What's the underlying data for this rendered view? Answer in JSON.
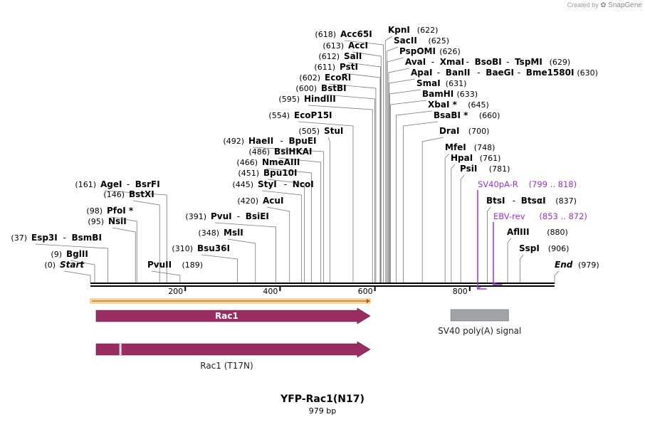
{
  "credit": {
    "prefix": "Created by",
    "brand": "SnapGene"
  },
  "sequence": {
    "name": "YFP-Rac1(N17)",
    "length_label": "979 bp",
    "length": 979
  },
  "ruler": {
    "ticks": [
      200,
      400,
      600,
      800
    ]
  },
  "sites": [
    {
      "pos": "(0)",
      "names": [
        "Start"
      ],
      "italic": true,
      "coord": 0
    },
    {
      "pos": "(9)",
      "names": [
        "BglII"
      ],
      "coord": 9
    },
    {
      "pos": "(37)",
      "names": [
        "Esp3I",
        "BsmBI"
      ],
      "coord": 37
    },
    {
      "pos": "(95)",
      "names": [
        "NsiI"
      ],
      "coord": 95
    },
    {
      "pos": "(98)",
      "names": [
        "PfoI *"
      ],
      "coord": 98
    },
    {
      "pos": "(146)",
      "names": [
        "BstXI"
      ],
      "coord": 146
    },
    {
      "pos": "(161)",
      "names": [
        "AgeI",
        "BsrFI"
      ],
      "coord": 161
    },
    {
      "pos": "(189)",
      "names": [
        "PvuII"
      ],
      "coord": 189
    },
    {
      "pos": "(310)",
      "names": [
        "Bsu36I"
      ],
      "coord": 310
    },
    {
      "pos": "(348)",
      "names": [
        "MslI"
      ],
      "coord": 348
    },
    {
      "pos": "(391)",
      "names": [
        "PvuI",
        "BsiEI"
      ],
      "coord": 391
    },
    {
      "pos": "(420)",
      "names": [
        "AcuI"
      ],
      "coord": 420
    },
    {
      "pos": "(445)",
      "names": [
        "StyI",
        "NcoI"
      ],
      "coord": 445
    },
    {
      "pos": "(451)",
      "names": [
        "Bpu10I"
      ],
      "coord": 451
    },
    {
      "pos": "(466)",
      "names": [
        "NmeAIII"
      ],
      "coord": 466
    },
    {
      "pos": "(486)",
      "names": [
        "BsiHKAI"
      ],
      "coord": 486
    },
    {
      "pos": "(492)",
      "names": [
        "HaeII",
        "BpuEI"
      ],
      "coord": 492
    },
    {
      "pos": "(505)",
      "names": [
        "StuI"
      ],
      "coord": 505
    },
    {
      "pos": "(554)",
      "names": [
        "EcoP15I"
      ],
      "coord": 554
    },
    {
      "pos": "(595)",
      "names": [
        "HindIII"
      ],
      "coord": 595
    },
    {
      "pos": "(600)",
      "names": [
        "BstBI"
      ],
      "coord": 600
    },
    {
      "pos": "(602)",
      "names": [
        "EcoRI"
      ],
      "coord": 602
    },
    {
      "pos": "(611)",
      "names": [
        "PstI"
      ],
      "coord": 611
    },
    {
      "pos": "(612)",
      "names": [
        "SalI"
      ],
      "coord": 612
    },
    {
      "pos": "(613)",
      "names": [
        "AccI"
      ],
      "coord": 613
    },
    {
      "pos": "(618)",
      "names": [
        "Acc65I"
      ],
      "coord": 618
    },
    {
      "pos": "(622)",
      "names": [
        "KpnI"
      ],
      "coord": 622
    },
    {
      "pos": "(625)",
      "names": [
        "SacII"
      ],
      "coord": 625
    },
    {
      "pos": "(626)",
      "names": [
        "PspOMI"
      ],
      "coord": 626
    },
    {
      "pos": "(629)",
      "names": [
        "AvaI",
        "XmaI",
        "BsoBI",
        "TspMI"
      ],
      "coord": 629
    },
    {
      "pos": "(630)",
      "names": [
        "ApaI",
        "BanII",
        "BaeGI",
        "Bme1580I"
      ],
      "coord": 630
    },
    {
      "pos": "(631)",
      "names": [
        "SmaI"
      ],
      "coord": 631
    },
    {
      "pos": "(633)",
      "names": [
        "BamHI"
      ],
      "coord": 633
    },
    {
      "pos": "(645)",
      "names": [
        "XbaI *"
      ],
      "coord": 645
    },
    {
      "pos": "(660)",
      "names": [
        "BsaBI *"
      ],
      "coord": 660
    },
    {
      "pos": "(700)",
      "names": [
        "DraI"
      ],
      "coord": 700
    },
    {
      "pos": "(748)",
      "names": [
        "MfeI"
      ],
      "coord": 748
    },
    {
      "pos": "(761)",
      "names": [
        "HpaI"
      ],
      "coord": 761
    },
    {
      "pos": "(781)",
      "names": [
        "PsiI"
      ],
      "coord": 781
    },
    {
      "pos": "(837)",
      "names": [
        "BtsI",
        "BtsαI"
      ],
      "coord": 837
    },
    {
      "pos": "(880)",
      "names": [
        "AflIII"
      ],
      "coord": 880
    },
    {
      "pos": "(906)",
      "names": [
        "SspI"
      ],
      "coord": 906
    },
    {
      "pos": "(979)",
      "names": [
        "End"
      ],
      "italic": true,
      "coord": 979
    }
  ],
  "primers": [
    {
      "name": "SV40pA-R",
      "range": "(799 .. 818)",
      "start": 799,
      "end": 818,
      "direction": "reverse",
      "color": "#9b30d0"
    },
    {
      "name": "EBV-rev",
      "range": "(853 .. 872)",
      "start": 853,
      "end": 872,
      "direction": "reverse",
      "color": "#9b30d0"
    }
  ],
  "features": [
    {
      "name": "Rac1",
      "start": 12,
      "end": 590,
      "direction": "forward",
      "color": "#992d62",
      "label_inside": true
    },
    {
      "name": "SV40 poly(A) signal",
      "start": 760,
      "end": 882,
      "direction": "none",
      "color": "#a0a4a8",
      "label_inside": false
    },
    {
      "name": "Rac1 (T17N)",
      "start": 12,
      "end": 590,
      "direction": "forward",
      "color": "#992d62",
      "label_inside": false,
      "mutation_coord": 61
    }
  ],
  "orf": {
    "start": 0,
    "end": 590,
    "color": "#f5b041"
  }
}
